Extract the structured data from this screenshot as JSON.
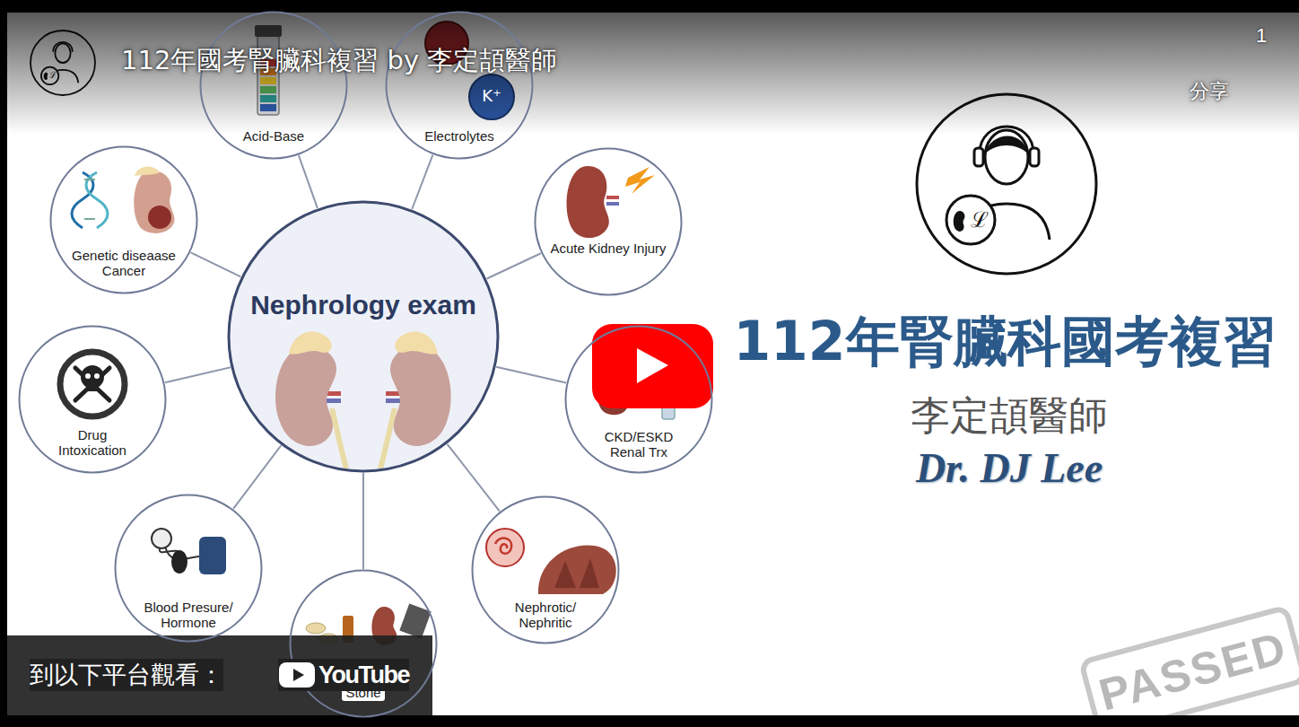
{
  "diagram": {
    "title": "112年國考腎臟科複習 by 李定頡醫師",
    "nodes": [
      {
        "text": [
          "Nephrology exam"
        ]
      },
      {
        "text": [
          "Acid-Base"
        ]
      },
      {
        "text": [
          "Electrolytes"
        ]
      },
      {
        "text": [
          "Acute Kidney Injury"
        ]
      },
      {
        "text": [
          "CKD/ESKD Renal Trx"
        ]
      },
      {
        "text": [
          "Nephrotic/ Nephritic"
        ]
      },
      {
        "text": [
          "Stone"
        ]
      },
      {
        "text": [
          "Blood Presure/ Hormone"
        ]
      },
      {
        "text": [
          "Drug Intoxication"
        ]
      },
      {
        "text": [
          "Genetic diseaase Cancer"
        ]
      }
    ],
    "edges": [
      {
        "from": 0,
        "to": 1,
        "arrow": "none"
      },
      {
        "from": 0,
        "to": 2,
        "arrow": "none"
      },
      {
        "from": 0,
        "to": 3,
        "arrow": "none"
      },
      {
        "from": 0,
        "to": 4,
        "arrow": "none"
      },
      {
        "from": 0,
        "to": 5,
        "arrow": "none"
      },
      {
        "from": 0,
        "to": 6,
        "arrow": "none"
      },
      {
        "from": 0,
        "to": 7,
        "arrow": "none"
      },
      {
        "from": 0,
        "to": 8,
        "arrow": "none"
      },
      {
        "from": 0,
        "to": 9,
        "arrow": "none"
      }
    ],
    "labels": [
      "K⁺",
      "ℒ",
      "ℒ",
      "112年腎臟科國考複習",
      "李定頡醫師",
      "Dr. DJ Lee",
      "1",
      "分享",
      "到以下平台觀看：",
      "YouTube",
      "PASSED"
    ]
  }
}
